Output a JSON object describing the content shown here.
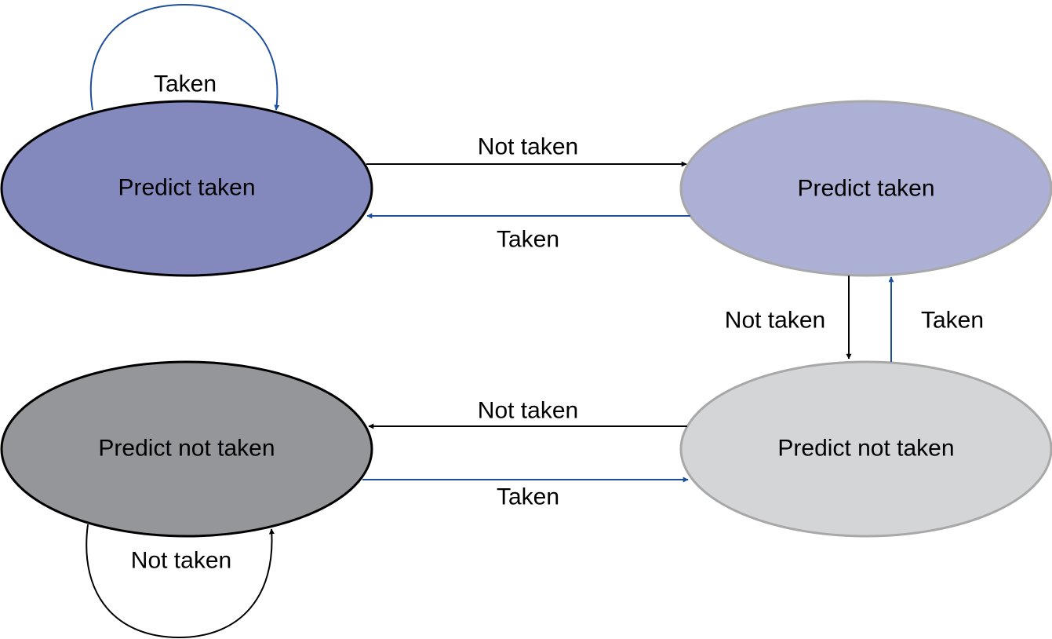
{
  "colors": {
    "strong_taken_fill": "#8389bd",
    "weak_taken_fill": "#acb0d4",
    "strong_not_taken_fill": "#959699",
    "weak_not_taken_fill": "#d4d5d7",
    "strong_outline": "#000000",
    "weak_outline": "#a8a8a8",
    "taken_edge": "#1e4f9c",
    "not_taken_edge": "#000000"
  },
  "states": {
    "strong_taken": {
      "label": "Predict taken"
    },
    "weak_taken": {
      "label": "Predict taken"
    },
    "strong_not_taken": {
      "label": "Predict not taken"
    },
    "weak_not_taken": {
      "label": "Predict not taken"
    }
  },
  "edges": {
    "self_strong_taken": {
      "label": "Taken",
      "kind": "taken"
    },
    "strong_taken_to_weak_taken": {
      "label": "Not taken",
      "kind": "not_taken"
    },
    "weak_taken_to_strong_taken": {
      "label": "Taken",
      "kind": "taken"
    },
    "weak_taken_to_weak_not_taken": {
      "label": "Not taken",
      "kind": "not_taken"
    },
    "weak_not_taken_to_weak_taken": {
      "label": "Taken",
      "kind": "taken"
    },
    "weak_not_taken_to_strong_not_taken": {
      "label": "Not taken",
      "kind": "not_taken"
    },
    "strong_not_taken_to_weak_not_taken": {
      "label": "Taken",
      "kind": "taken"
    },
    "self_strong_not_taken": {
      "label": "Not taken",
      "kind": "not_taken"
    }
  }
}
